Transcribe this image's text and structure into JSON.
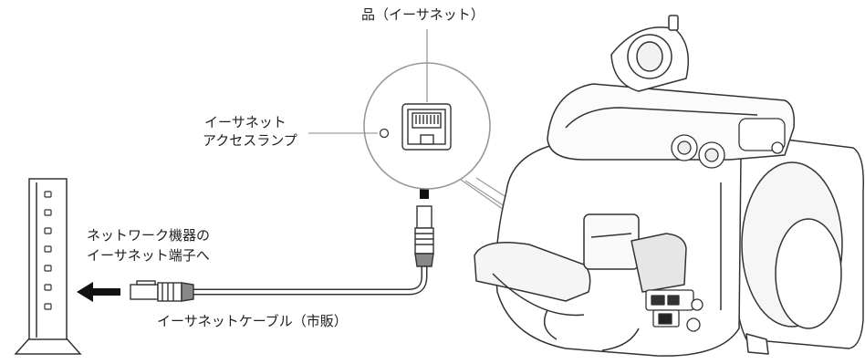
{
  "labels": {
    "ethernet_terminal": "品（イーサネット）",
    "access_lamp_line1": "イーサネット",
    "access_lamp_line2": "アクセスランプ",
    "network_line1": "ネットワーク機器の",
    "network_line2": "イーサネット端子へ",
    "cable": "イーサネットケーブル（市販）"
  }
}
